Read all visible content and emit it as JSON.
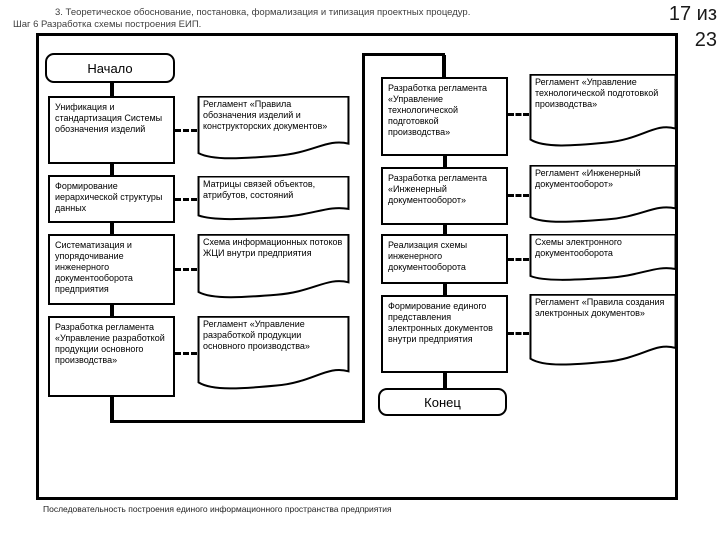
{
  "header": {
    "title_line1": "3. Теоретическое обоснование, постановка, формализация и типизация проектных процедур.",
    "title_line2": "Шаг 6 Разработка схемы построения ЕИП.",
    "page_line1": "17 из",
    "page_line2": "23"
  },
  "flowchart": {
    "start_label": "Начало",
    "end_label": "Конец",
    "left_steps": [
      "Унификация и стандартизация Системы обозначения изделий",
      "Формирование иерархической структуры данных",
      "Систематизация и упорядочивание инженерного документооборота предприятия",
      "Разработка регламента «Управление разработкой продукции основного производства»"
    ],
    "left_docs": [
      "Регламент «Правила обозначения изделий и конструкторских документов»",
      "Матрицы связей объектов, атрибутов, состояний",
      "Схема информационных потоков ЖЦИ внутри предприятия",
      "Регламент «Управление разработкой продукции основного производства»"
    ],
    "right_steps": [
      "Разработка регламента «Управление технологической подготовкой производства»",
      "Разработка регламента «Инженерный документооборот»",
      "Реализация схемы инженерного документооборота",
      "Формирование единого представления электронных документов внутри предприятия"
    ],
    "right_docs": [
      "Регламент «Управление технологической подготовкой производства»",
      "Регламент «Инженерный документооборот»",
      "Схемы электронного документооборота",
      "Регламент «Правила создания электронных документов»"
    ]
  },
  "caption": "Последовательность построения единого информационного пространства предприятия",
  "colors": {
    "line": "#000000",
    "text": "#000000",
    "title_text": "#3f3f3f",
    "background": "#ffffff"
  }
}
